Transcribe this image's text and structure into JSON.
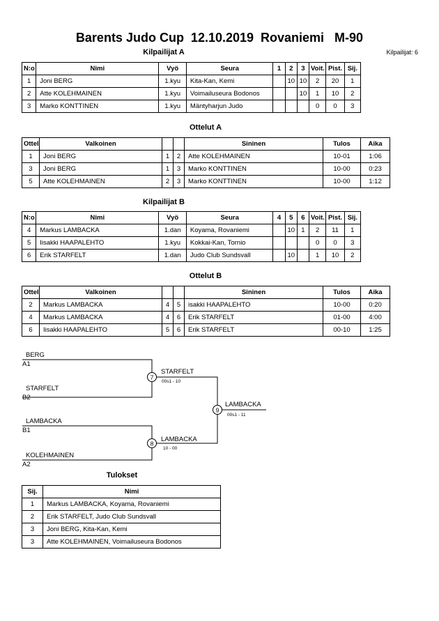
{
  "header": {
    "title": "Barents Judo Cup  12.10.2019  Rovaniemi   M-90",
    "competitors_count": "Kilpailijat: 6"
  },
  "pool_a": {
    "heading": "Kilpailijat A",
    "columns": [
      "N:o",
      "Nimi",
      "Vyö",
      "Seura",
      "1",
      "2",
      "3",
      "Voit.",
      "Pist.",
      "Sij."
    ],
    "rows": [
      [
        "1",
        "Joni BERG",
        "1.kyu",
        "Kita-Kan, Kemi",
        "",
        "10",
        "10",
        "2",
        "20",
        "1"
      ],
      [
        "2",
        "Atte KOLEHMAINEN",
        "1.kyu",
        "Voimailuseura Bodonos",
        "",
        "",
        "10",
        "1",
        "10",
        "2"
      ],
      [
        "3",
        "Marko KONTTINEN",
        "1.kyu",
        "Mäntyharjun Judo",
        "",
        "",
        "",
        "0",
        "0",
        "3"
      ]
    ]
  },
  "matches_a": {
    "heading": "Ottelut A",
    "columns": [
      "Ottelu",
      "Valkoinen",
      "",
      "",
      "Sininen",
      "Tulos",
      "Aika"
    ],
    "rows": [
      [
        "1",
        "Joni BERG",
        "1",
        "2",
        "Atte KOLEHMAINEN",
        "10-01",
        "1:06"
      ],
      [
        "3",
        "Joni BERG",
        "1",
        "3",
        "Marko KONTTINEN",
        "10-00",
        "0:23"
      ],
      [
        "5",
        "Atte KOLEHMAINEN",
        "2",
        "3",
        "Marko KONTTINEN",
        "10-00",
        "1:12"
      ]
    ]
  },
  "pool_b": {
    "heading": "Kilpailijat B",
    "columns": [
      "N:o",
      "Nimi",
      "Vyö",
      "Seura",
      "4",
      "5",
      "6",
      "Voit.",
      "Pist.",
      "Sij."
    ],
    "rows": [
      [
        "4",
        "Markus LAMBACKA",
        "1.dan",
        "Koyama, Rovaniemi",
        "",
        "10",
        "1",
        "2",
        "11",
        "1"
      ],
      [
        "5",
        "Iisakki HAAPALEHTO",
        "1.kyu",
        "Kokkai-Kan, Tornio",
        "",
        "",
        "",
        "0",
        "0",
        "3"
      ],
      [
        "6",
        "Erik STARFELT",
        "1.dan",
        "Judo Club Sundsvall",
        "",
        "10",
        "",
        "1",
        "10",
        "2"
      ]
    ]
  },
  "matches_b": {
    "heading": "Ottelut B",
    "columns": [
      "Ottelu",
      "Valkoinen",
      "",
      "",
      "Sininen",
      "Tulos",
      "Aika"
    ],
    "rows": [
      [
        "2",
        "Markus LAMBACKA",
        "4",
        "5",
        "isakki HAAPALEHTO",
        "10-00",
        "0:20"
      ],
      [
        "4",
        "Markus LAMBACKA",
        "4",
        "6",
        "Erik STARFELT",
        "01-00",
        "4:00"
      ],
      [
        "6",
        "Iisakki HAAPALEHTO",
        "5",
        "6",
        "Erik STARFELT",
        "00-10",
        "1:25"
      ]
    ]
  },
  "bracket": {
    "sf1_top": {
      "name": "BERG",
      "seed": "A1"
    },
    "sf1_bottom": {
      "name": "STARFELT",
      "seed": "B2"
    },
    "sf2_top": {
      "name": "LAMBACKA",
      "seed": "B1"
    },
    "sf2_bottom": {
      "name": "KOLEHMAINEN",
      "seed": "A2"
    },
    "match7": {
      "number": "7",
      "winner": "STARFELT",
      "score": "00s1 - 10"
    },
    "match8": {
      "number": "8",
      "winner": "LAMBACKA",
      "score": "10 - 00"
    },
    "final": {
      "number": "9",
      "winner": "LAMBACKA",
      "score": "00s1 - 11"
    }
  },
  "results": {
    "heading": "Tulokset",
    "columns": [
      "Sij.",
      "Nimi"
    ],
    "rows": [
      [
        "1",
        "Markus LAMBACKA, Koyama, Rovaniemi"
      ],
      [
        "2",
        "Erik STARFELT, Judo Club Sundsvall"
      ],
      [
        "3",
        "Joni BERG, Kita-Kan, Kemi"
      ],
      [
        "3",
        "Atte KOLEHMAINEN, Voimailuseura Bodonos"
      ]
    ]
  }
}
